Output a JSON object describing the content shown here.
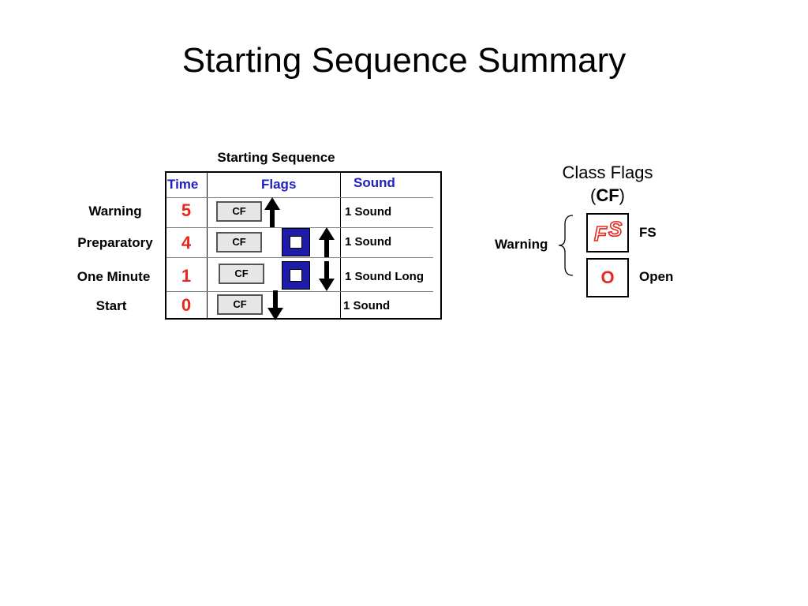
{
  "title": "Starting Sequence Summary",
  "sequence": {
    "heading": "Starting Sequence",
    "headers": {
      "time": "Time",
      "flags": "Flags",
      "sound": "Sound"
    },
    "rows": [
      {
        "label": "Warning",
        "time": "5",
        "flag": "CF",
        "sound": "1 Sound"
      },
      {
        "label": "Preparatory",
        "time": "4",
        "flag": "CF",
        "sound": "1 Sound"
      },
      {
        "label": "One Minute",
        "time": "1",
        "flag": "CF",
        "sound": "1 Sound Long"
      },
      {
        "label": "Start",
        "time": "0",
        "flag": "CF",
        "sound": "1 Sound"
      }
    ]
  },
  "class_flags": {
    "title_line1": "Class Flags",
    "title_open": "(",
    "title_code": "CF",
    "title_close": ")",
    "group_label": "Warning",
    "items": [
      {
        "code": "FS",
        "label": "FS"
      },
      {
        "code": "O",
        "label": "Open"
      }
    ]
  },
  "colors": {
    "header_text": "#1f1fbf",
    "time_text": "#e8281e",
    "preparatory_flag": "#1c1ca8",
    "class_flag_red": "#e8281e"
  },
  "icons": {
    "raise": "arrow-up-icon",
    "lower": "arrow-down-icon",
    "preparatory": "preparatory-flag-icon",
    "fs": "fs-logo-icon",
    "brace": "curly-brace-icon"
  }
}
